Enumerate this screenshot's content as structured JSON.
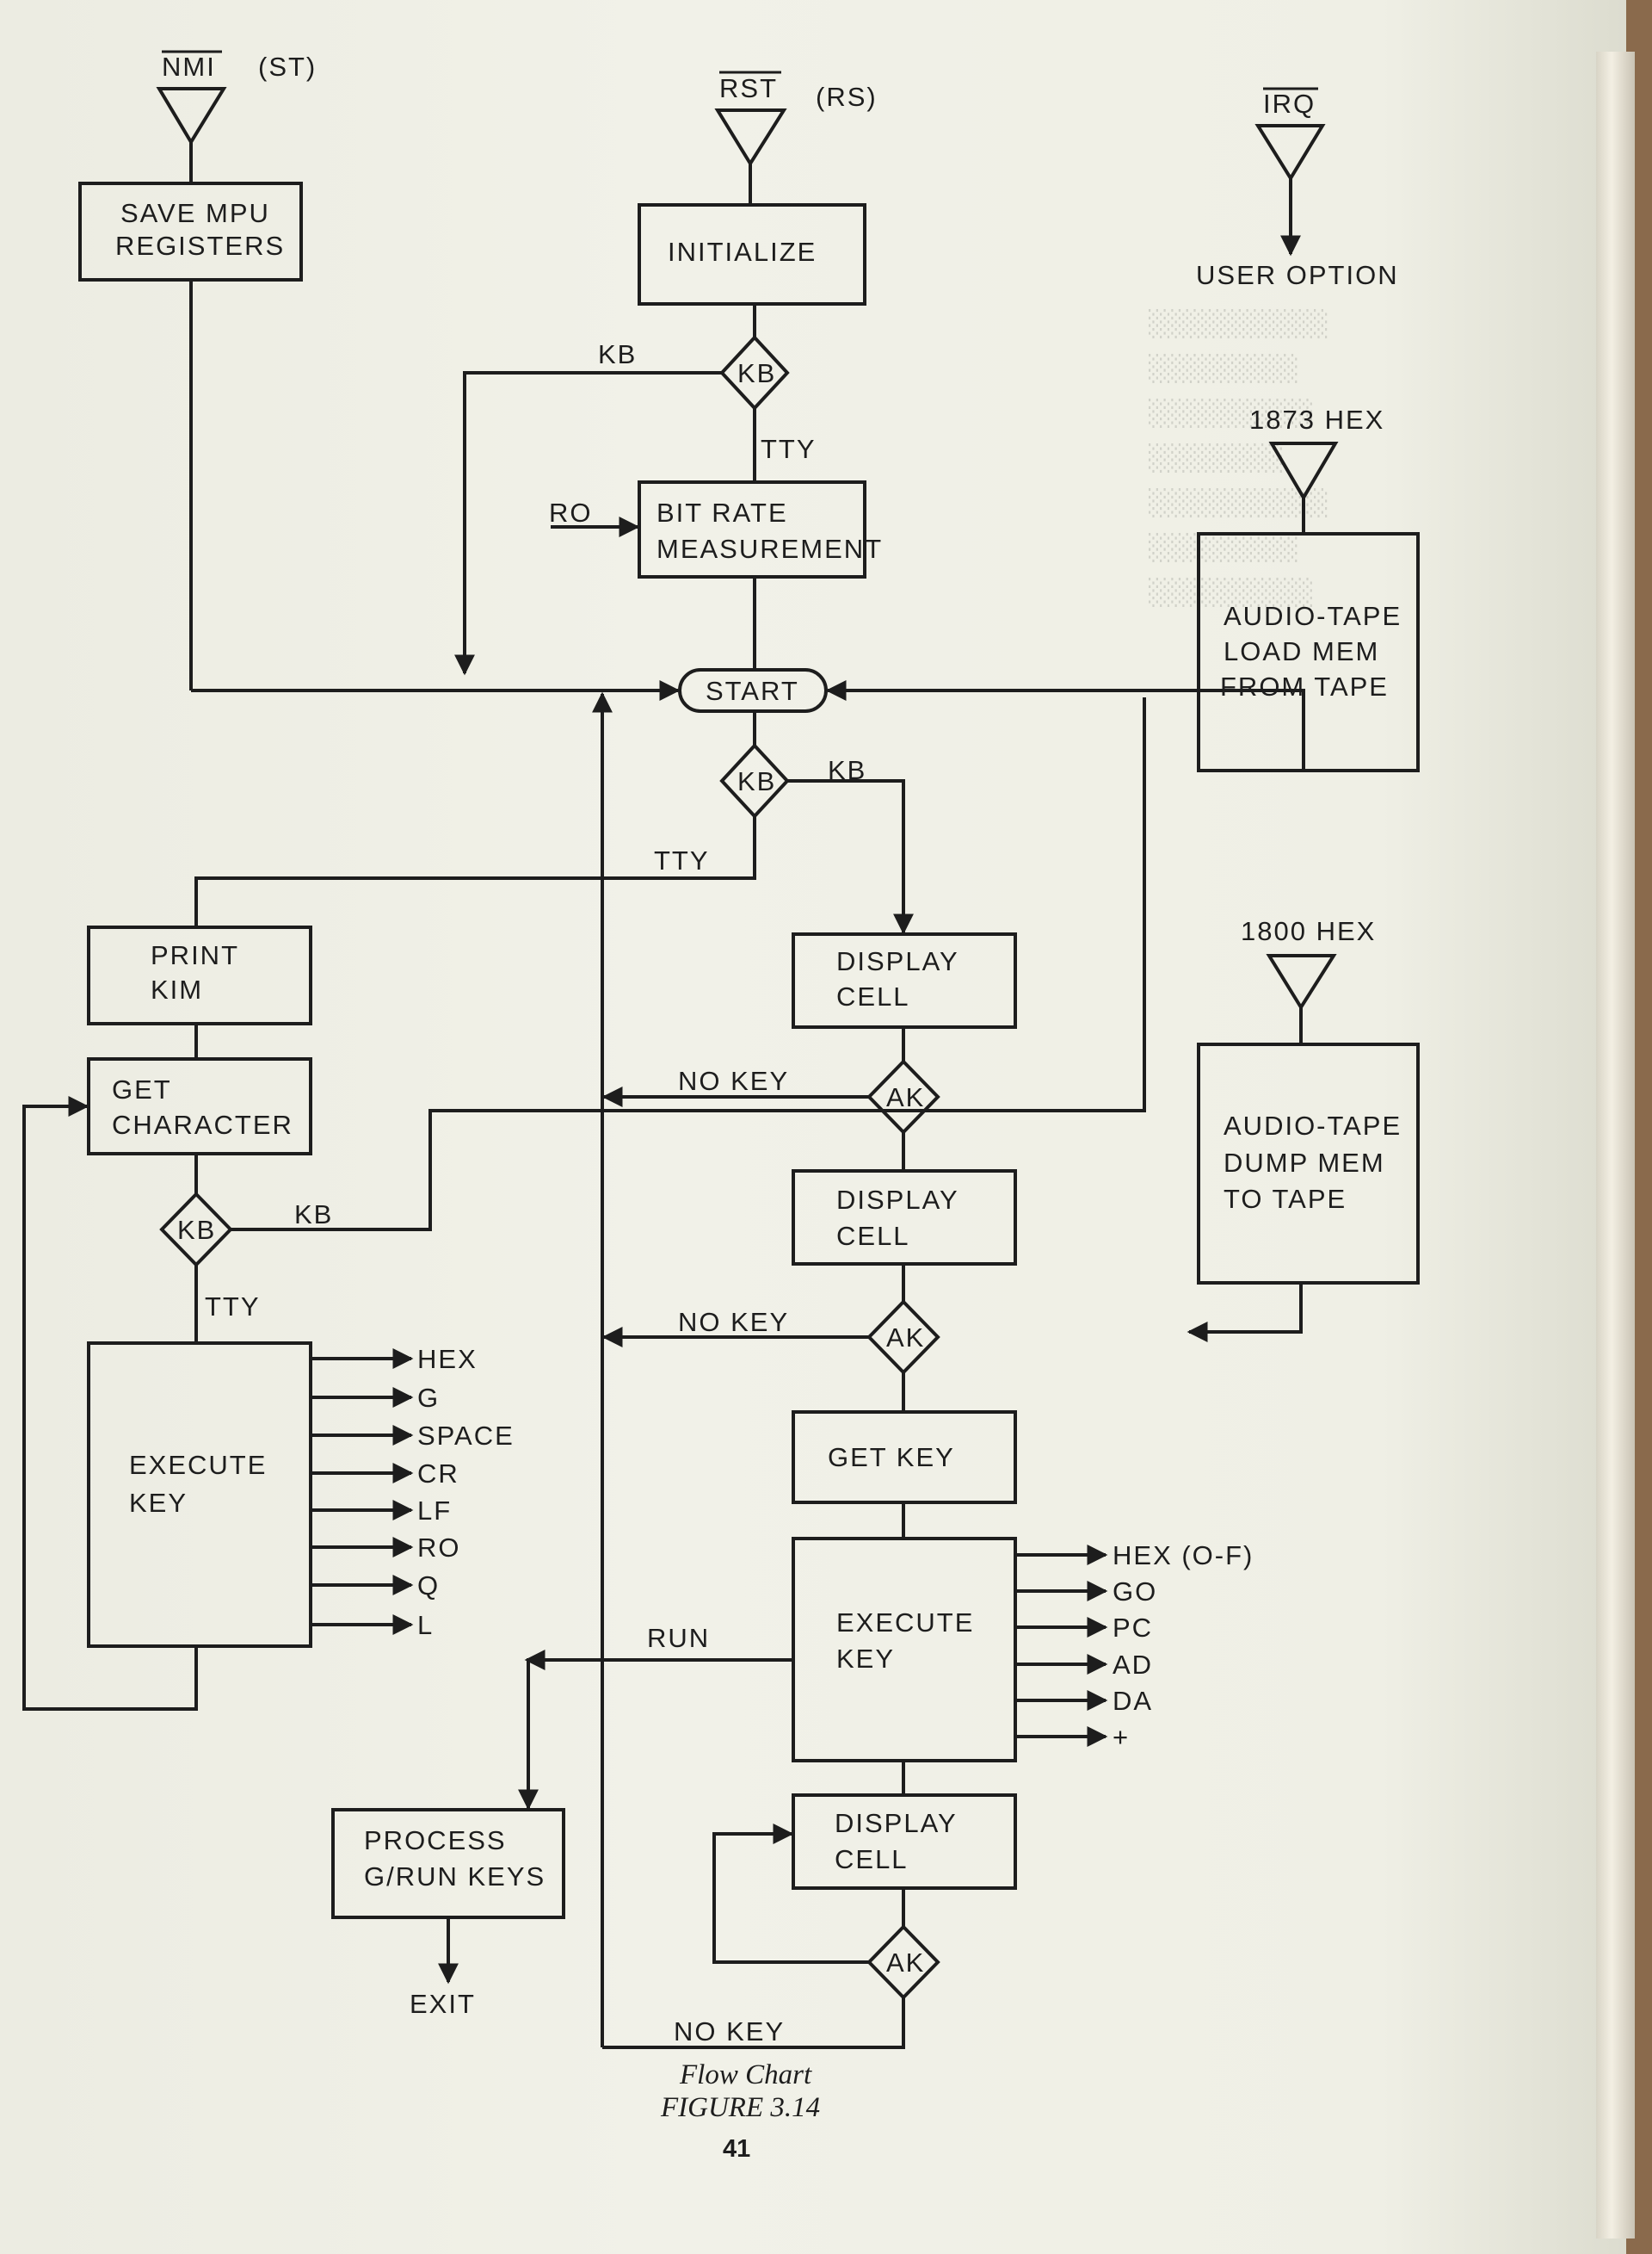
{
  "signals": {
    "nmi": "NMI",
    "nmi_alt": "(ST)",
    "rst": "RST",
    "rst_alt": "(RS)",
    "irq": "IRQ",
    "user_option": "USER OPTION",
    "hex_1873": "1873 HEX",
    "hex_1800": "1800 HEX"
  },
  "boxes": {
    "save_regs": [
      "SAVE MPU",
      "REGISTERS"
    ],
    "initialize": "INITIALIZE",
    "bit_rate": [
      "BIT RATE",
      "MEASUREMENT"
    ],
    "tape_load": [
      "AUDIO-TAPE",
      "LOAD MEM",
      "FROM TAPE"
    ],
    "tape_dump": [
      "AUDIO-TAPE",
      "DUMP MEM",
      "TO TAPE"
    ],
    "start": "START",
    "print_kim": [
      "PRINT",
      "KIM"
    ],
    "get_char": [
      "GET",
      "CHARACTER"
    ],
    "execute_key_left": [
      "EXECUTE",
      "KEY"
    ],
    "display_cell": [
      "DISPLAY",
      "CELL"
    ],
    "get_key": "GET KEY",
    "execute_key_right": [
      "EXECUTE",
      "KEY"
    ],
    "process": [
      "PROCESS",
      "G/RUN KEYS"
    ]
  },
  "decisions": {
    "kb": "KB",
    "ak": "AK"
  },
  "labels": {
    "kb": "KB",
    "tty": "TTY",
    "ro": "RO",
    "no_key": "NO KEY",
    "run": "RUN",
    "exit": "EXIT"
  },
  "left_outputs": [
    "HEX",
    "G",
    "SPACE",
    "CR",
    "LF",
    "RO",
    "Q",
    "L"
  ],
  "right_outputs": [
    "HEX (O-F)",
    "GO",
    "PC",
    "AD",
    "DA",
    "+"
  ],
  "caption": {
    "title": "Flow Chart",
    "figure": "FIGURE 3.14",
    "page": "41"
  },
  "colors": {
    "ink": "#1d1d1d",
    "paper": "#f0f0e6"
  }
}
